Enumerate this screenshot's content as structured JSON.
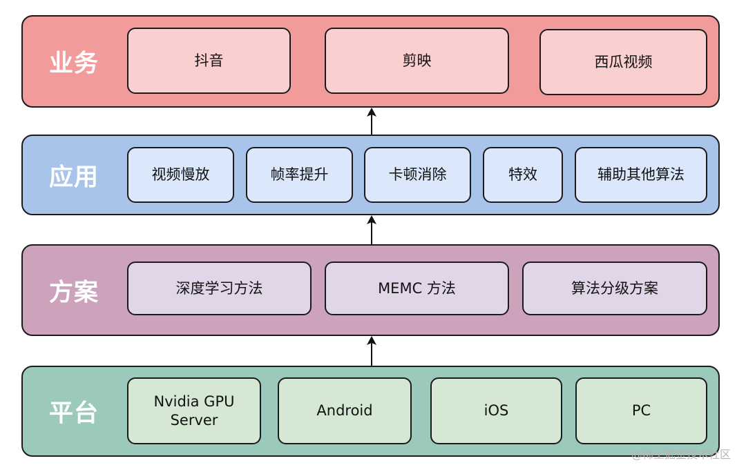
{
  "layers": {
    "business": {
      "title": "业务",
      "items": [
        "抖音",
        "剪映",
        "西瓜视频"
      ]
    },
    "application": {
      "title": "应用",
      "items": [
        "视频慢放",
        "帧率提升",
        "卡顿消除",
        "特效",
        "辅助其他算法"
      ]
    },
    "solution": {
      "title": "方案",
      "items": [
        "深度学习方法",
        "MEMC 方法",
        "算法分级方案"
      ]
    },
    "platform": {
      "title": "平台",
      "items": [
        "Nvidia GPU\nServer",
        "Android",
        "iOS",
        "PC"
      ]
    }
  },
  "colors": {
    "business_layer": "#f19c9a",
    "business_box": "#f9d0cf",
    "application_layer": "#a9c4eb",
    "application_box": "#dbe7fb",
    "solution_layer": "#cda2bd",
    "solution_box": "#e1d5e8",
    "platform_layer": "#9bc9bb",
    "platform_box": "#d5e8d4"
  },
  "watermark": "@稀土掘金技术社区"
}
